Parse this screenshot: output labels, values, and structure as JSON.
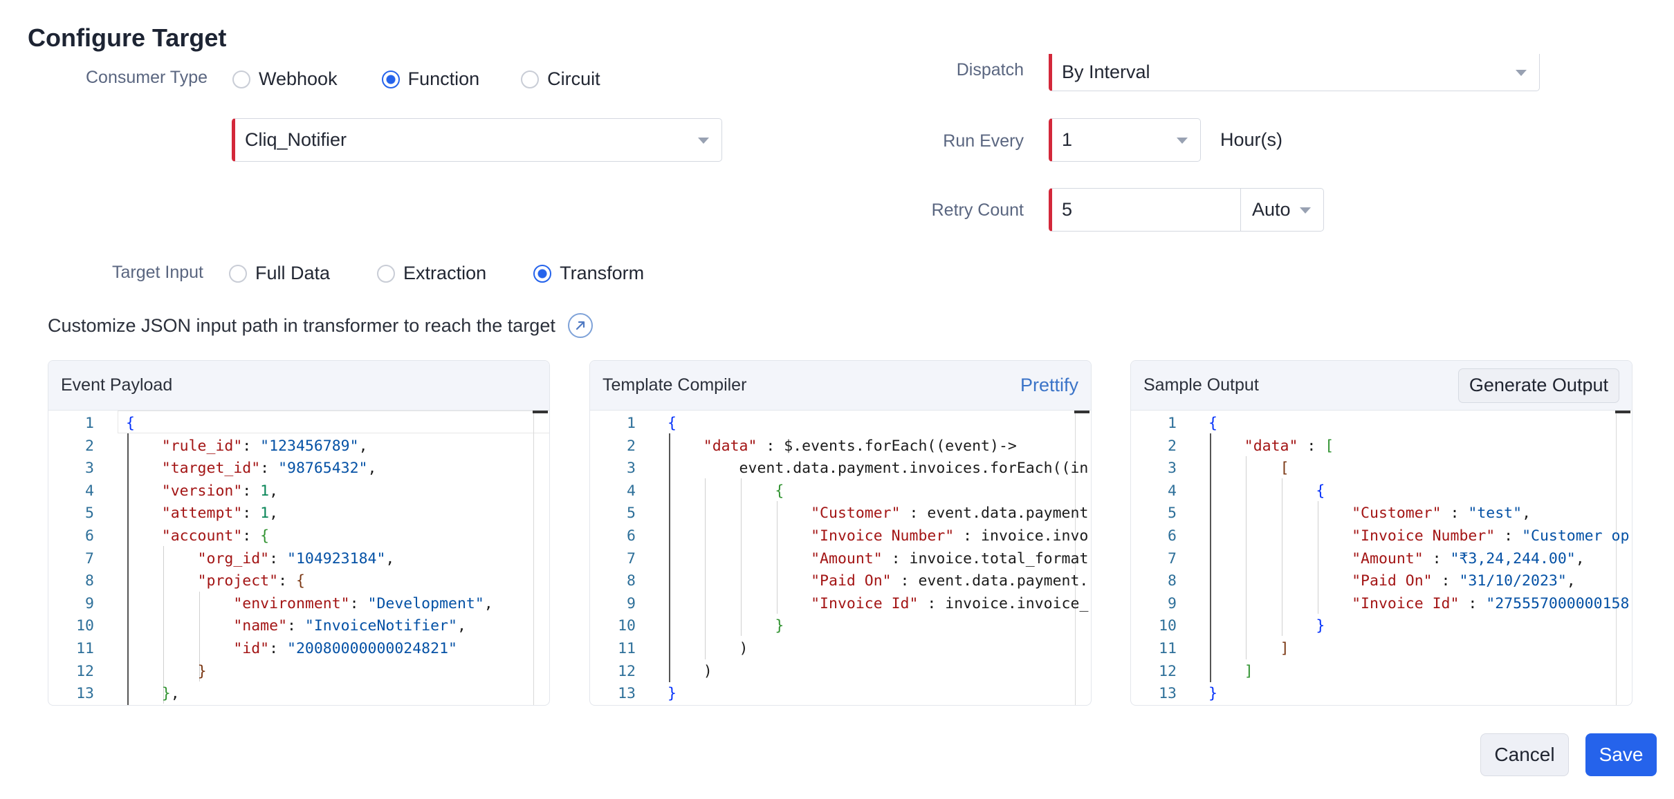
{
  "page": {
    "title": "Configure Target"
  },
  "consumer_type": {
    "label": "Consumer Type",
    "options": [
      "Webhook",
      "Function",
      "Circuit"
    ],
    "selected": "Function"
  },
  "function_select": {
    "value": "Cliq_Notifier"
  },
  "dispatch": {
    "label": "Dispatch",
    "value": "By Interval"
  },
  "run_every": {
    "label": "Run Every",
    "value": "1",
    "unit": "Hour(s)"
  },
  "retry_count": {
    "label": "Retry Count",
    "value": "5",
    "mode": "Auto"
  },
  "target_input": {
    "label": "Target Input",
    "options": [
      "Full Data",
      "Extraction",
      "Transform"
    ],
    "selected": "Transform"
  },
  "hint": {
    "text": "Customize JSON input path in transformer to reach the target",
    "icon": "arrow-up-right-icon"
  },
  "panels": {
    "event_payload": {
      "title": "Event Payload",
      "lines": [
        [
          [
            "b1",
            "{"
          ]
        ],
        [
          [
            "p",
            "    "
          ],
          [
            "key",
            "\"rule_id\""
          ],
          [
            "p",
            ": "
          ],
          [
            "str",
            "\"123456789\""
          ],
          [
            "p",
            ","
          ]
        ],
        [
          [
            "p",
            "    "
          ],
          [
            "key",
            "\"target_id\""
          ],
          [
            "p",
            ": "
          ],
          [
            "str",
            "\"98765432\""
          ],
          [
            "p",
            ","
          ]
        ],
        [
          [
            "p",
            "    "
          ],
          [
            "key",
            "\"version\""
          ],
          [
            "p",
            ": "
          ],
          [
            "num",
            "1"
          ],
          [
            "p",
            ","
          ]
        ],
        [
          [
            "p",
            "    "
          ],
          [
            "key",
            "\"attempt\""
          ],
          [
            "p",
            ": "
          ],
          [
            "num",
            "1"
          ],
          [
            "p",
            ","
          ]
        ],
        [
          [
            "p",
            "    "
          ],
          [
            "key",
            "\"account\""
          ],
          [
            "p",
            ": "
          ],
          [
            "b2",
            "{"
          ]
        ],
        [
          [
            "p",
            "        "
          ],
          [
            "key",
            "\"org_id\""
          ],
          [
            "p",
            ": "
          ],
          [
            "str",
            "\"104923184\""
          ],
          [
            "p",
            ","
          ]
        ],
        [
          [
            "p",
            "        "
          ],
          [
            "key",
            "\"project\""
          ],
          [
            "p",
            ": "
          ],
          [
            "b3",
            "{"
          ]
        ],
        [
          [
            "p",
            "            "
          ],
          [
            "key",
            "\"environment\""
          ],
          [
            "p",
            ": "
          ],
          [
            "str",
            "\"Development\""
          ],
          [
            "p",
            ","
          ]
        ],
        [
          [
            "p",
            "            "
          ],
          [
            "key",
            "\"name\""
          ],
          [
            "p",
            ": "
          ],
          [
            "str",
            "\"InvoiceNotifier\""
          ],
          [
            "p",
            ","
          ]
        ],
        [
          [
            "p",
            "            "
          ],
          [
            "key",
            "\"id\""
          ],
          [
            "p",
            ": "
          ],
          [
            "str",
            "\"20080000000024821\""
          ]
        ],
        [
          [
            "p",
            "        "
          ],
          [
            "b3",
            "}"
          ]
        ],
        [
          [
            "p",
            "    "
          ],
          [
            "b2",
            "}"
          ],
          [
            "p",
            ","
          ]
        ]
      ]
    },
    "template_compiler": {
      "title": "Template Compiler",
      "action": "Prettify",
      "lines": [
        [
          [
            "b1",
            "{"
          ]
        ],
        [
          [
            "p",
            "    "
          ],
          [
            "key",
            "\"data\""
          ],
          [
            "p",
            " : $.events.forEach((event)->"
          ]
        ],
        [
          [
            "p",
            "        event.data.payment.invoices.forEach((in"
          ]
        ],
        [
          [
            "p",
            "            "
          ],
          [
            "b2",
            "{"
          ]
        ],
        [
          [
            "p",
            "                "
          ],
          [
            "key",
            "\"Customer\""
          ],
          [
            "p",
            " : event.data.payment"
          ]
        ],
        [
          [
            "p",
            "                "
          ],
          [
            "key",
            "\"Invoice Number\""
          ],
          [
            "p",
            " : invoice.invo"
          ]
        ],
        [
          [
            "p",
            "                "
          ],
          [
            "key",
            "\"Amount\""
          ],
          [
            "p",
            " : invoice.total_format"
          ]
        ],
        [
          [
            "p",
            "                "
          ],
          [
            "key",
            "\"Paid On\""
          ],
          [
            "p",
            " : event.data.payment."
          ]
        ],
        [
          [
            "p",
            "                "
          ],
          [
            "key",
            "\"Invoice Id\""
          ],
          [
            "p",
            " : invoice.invoice_"
          ]
        ],
        [
          [
            "p",
            "            "
          ],
          [
            "b2",
            "}"
          ]
        ],
        [
          [
            "p",
            "        )"
          ]
        ],
        [
          [
            "p",
            "    )"
          ]
        ],
        [
          [
            "b1",
            "}"
          ]
        ]
      ]
    },
    "sample_output": {
      "title": "Sample Output",
      "action": "Generate Output",
      "lines": [
        [
          [
            "b1",
            "{"
          ]
        ],
        [
          [
            "p",
            "    "
          ],
          [
            "key",
            "\"data\""
          ],
          [
            "p",
            " : "
          ],
          [
            "b2",
            "["
          ]
        ],
        [
          [
            "p",
            "        "
          ],
          [
            "b3",
            "["
          ]
        ],
        [
          [
            "p",
            "            "
          ],
          [
            "b1",
            "{"
          ]
        ],
        [
          [
            "p",
            "                "
          ],
          [
            "key",
            "\"Customer\""
          ],
          [
            "p",
            " : "
          ],
          [
            "str",
            "\"test\""
          ],
          [
            "p",
            ","
          ]
        ],
        [
          [
            "p",
            "                "
          ],
          [
            "key",
            "\"Invoice Number\""
          ],
          [
            "p",
            " : "
          ],
          [
            "str",
            "\"Customer op"
          ]
        ],
        [
          [
            "p",
            "                "
          ],
          [
            "key",
            "\"Amount\""
          ],
          [
            "p",
            " : "
          ],
          [
            "str",
            "\"₹3,24,244.00\""
          ],
          [
            "p",
            ","
          ]
        ],
        [
          [
            "p",
            "                "
          ],
          [
            "key",
            "\"Paid On\""
          ],
          [
            "p",
            " : "
          ],
          [
            "str",
            "\"31/10/2023\""
          ],
          [
            "p",
            ","
          ]
        ],
        [
          [
            "p",
            "                "
          ],
          [
            "key",
            "\"Invoice Id\""
          ],
          [
            "p",
            " : "
          ],
          [
            "str",
            "\"275557000000158"
          ]
        ],
        [
          [
            "p",
            "            "
          ],
          [
            "b1",
            "}"
          ]
        ],
        [
          [
            "p",
            "        "
          ],
          [
            "b3",
            "]"
          ]
        ],
        [
          [
            "p",
            "    "
          ],
          [
            "b2",
            "]"
          ]
        ],
        [
          [
            "b1",
            "}"
          ]
        ]
      ]
    }
  },
  "footer": {
    "cancel": "Cancel",
    "save": "Save"
  }
}
